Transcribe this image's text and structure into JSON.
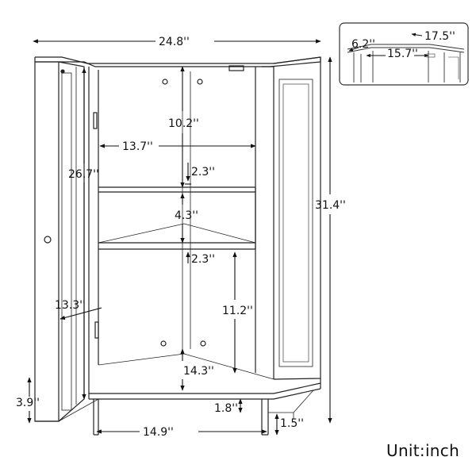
{
  "unit_label": "Unit:inch",
  "dimensions": {
    "overall_width": "24.8''",
    "overall_height": "31.4''",
    "upper_opening_height": "10.2''",
    "interior_width": "13.7''",
    "shelf1_thickness": "2.3''",
    "middle_opening_height": "4.3''",
    "shelf2_thickness": "2.3''",
    "lower_opening_height": "11.2''",
    "bottom_space_height": "14.3''",
    "base_height": "1.8''",
    "foot_height": "1.5''",
    "base_width": "14.9''",
    "door_height": "26.7''",
    "door_width": "13.3''",
    "floor_clearance": "3.9''"
  },
  "inset_dimensions": {
    "back_side": "17.5''",
    "front_edge": "15.7''",
    "side_edge": "6.2''"
  }
}
